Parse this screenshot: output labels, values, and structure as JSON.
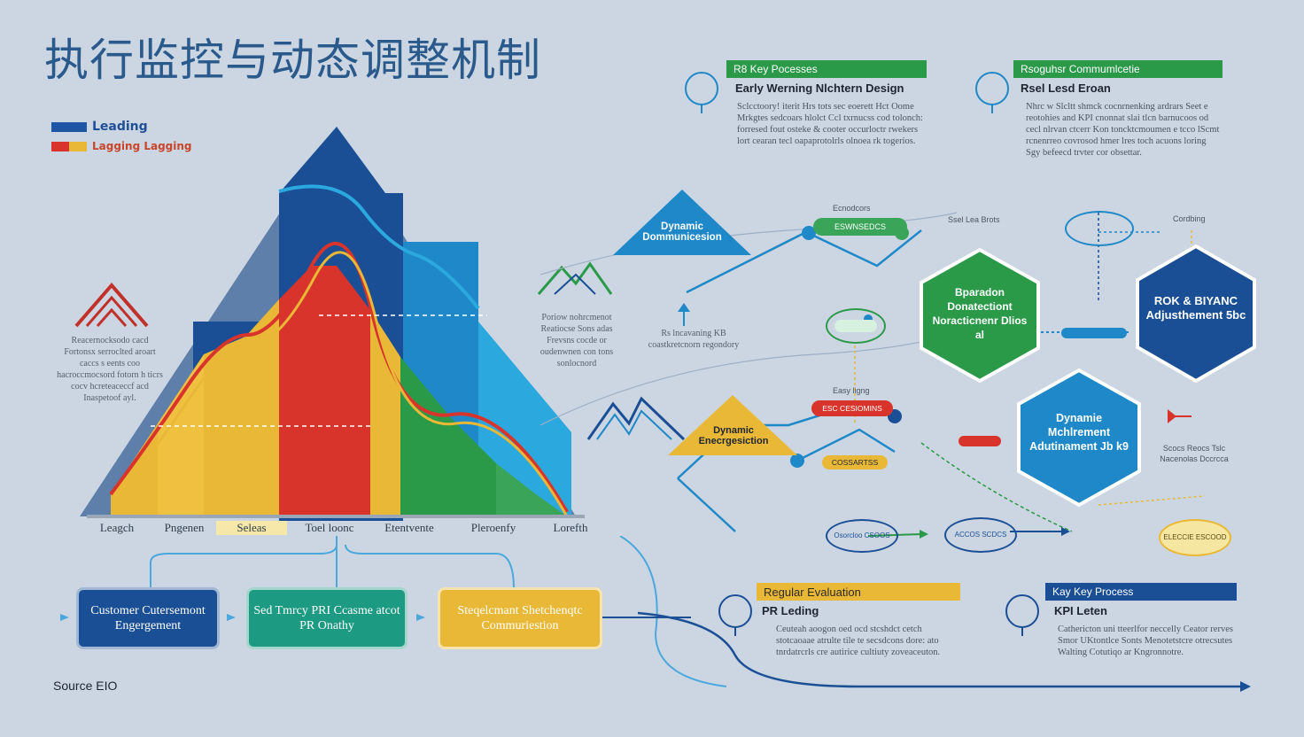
{
  "title": "执行监控与动态调整机制",
  "legend": [
    {
      "label": "Leading",
      "color": "#1f55a5"
    },
    {
      "label": "Lagging Lagging",
      "color": "#d8342c"
    }
  ],
  "left_note": "Reacernocksodo cacd Fortonsx serroclted aroart caccs s eents coo hacroccmocsord fotorn h ticrs cocv hcreteaceccf acd Inaspetoof ayl.",
  "stages": [
    "Leagch",
    "Pngenen",
    "Seleas",
    "Toel loonc",
    "Etentvente",
    "Pleroenfy",
    "Lorefth"
  ],
  "bottom_boxes": [
    {
      "text": "Customer Cutersemont Engergement",
      "color": "#1a4f96"
    },
    {
      "text": "Sed Tmrcy PRI Ccasme atcot PR Onathy",
      "color": "#1c9a82"
    },
    {
      "text": "Steqelcmant Shetchenqtc Commuriestion",
      "color": "#e9b836"
    }
  ],
  "source": "Source EIO",
  "mid_note": "Poriow nohrcmenot Reatiocse Sons adas Frevsns cocde or oudenwnen con tons sonlocnord",
  "mid_note2": "Rs lncavaning KB coastkretcnorn regondory",
  "panels": [
    {
      "header": "R8 Key Pocesses",
      "header_color": "#2a9a48",
      "subtitle": "Early Werning Nlchtern Design",
      "body": "Sclcctoory! iterit Hrs tots sec eoerett Hct Oome Mrkgtes sedcoars hlolct Ccl txrnucss cod tolonch: forresed fout osteke & cooter occurloctr rwekers lort cearan tecl oapaprotolrls olnoea rk togerios."
    },
    {
      "header": "Rsoguhsr Commumlcetie",
      "header_color": "#2a9a48",
      "subtitle": "Rsel Lesd Eroan",
      "body": "Nhrc w Slcltt shmck cocnrnenking ardrars Seet e reotohies and KPI cnonnat slai tlcn barnucoos od cecl nlrvan ctcerr Kon toncktcmoumen e tcco lScmt rcnenrreo covrosod hmer lres toch acuons loring Sgy befeecd trvter cor obsettar."
    },
    {
      "header": "Regular Evaluation",
      "header_color": "#e9b836",
      "subtitle": "PR Leding",
      "body": "Ceuteah aoogon oed ocd stcshdct cetch stotcaoaae atrulte tile te secsdcons dore: ato tnrdatrcrls cre autirice cultiuty zoveaceuton."
    },
    {
      "header": "Kay Key Process",
      "header_color": "#1a4f96",
      "subtitle": "KPI Leten",
      "body": "Cathericton uni tteerlfor neccelly Ceator rerves Smor UKtontlce Sonts Menotetstcre otrecsutes Walting Cotutiqo ar Kngronnotre."
    }
  ],
  "nodes": {
    "dyn_comm": "Dynamic Dommunicesion",
    "dyn_env": "Dynamic Enecrgesiction",
    "hex_green": "Bparadon Donatectiont Noracticnenr Dlios al",
    "hex_navy": "ROK & BIYANC Adjusthement 5bc",
    "hex_blue": "Dynamie Mchlrement Adutinament Jb k9",
    "lbl_echon": "Ecnodcors",
    "lbl_seal": "Ssel Lea Brots",
    "lbl_cocd": "Cordbing",
    "lbl_easy": "Easy ligng",
    "pill_a": "ESWNSEDCS",
    "pill_b": "ESC CESIOMINS",
    "pill_c": "COSSARTSS",
    "right_note": "Scocs Reocs Tslc Nacenolas Dccrcca",
    "circle_a": "Osorcloo CSOOS",
    "circle_b": "ACCOS SCDCS",
    "circle_c": "ELECCIE ESCOOD"
  },
  "colors": {
    "navy": "#1a4f96",
    "blue": "#1e88c9",
    "green": "#2a9a48",
    "red": "#d8342c",
    "yellow": "#e9b836",
    "teal": "#1c9a82"
  }
}
